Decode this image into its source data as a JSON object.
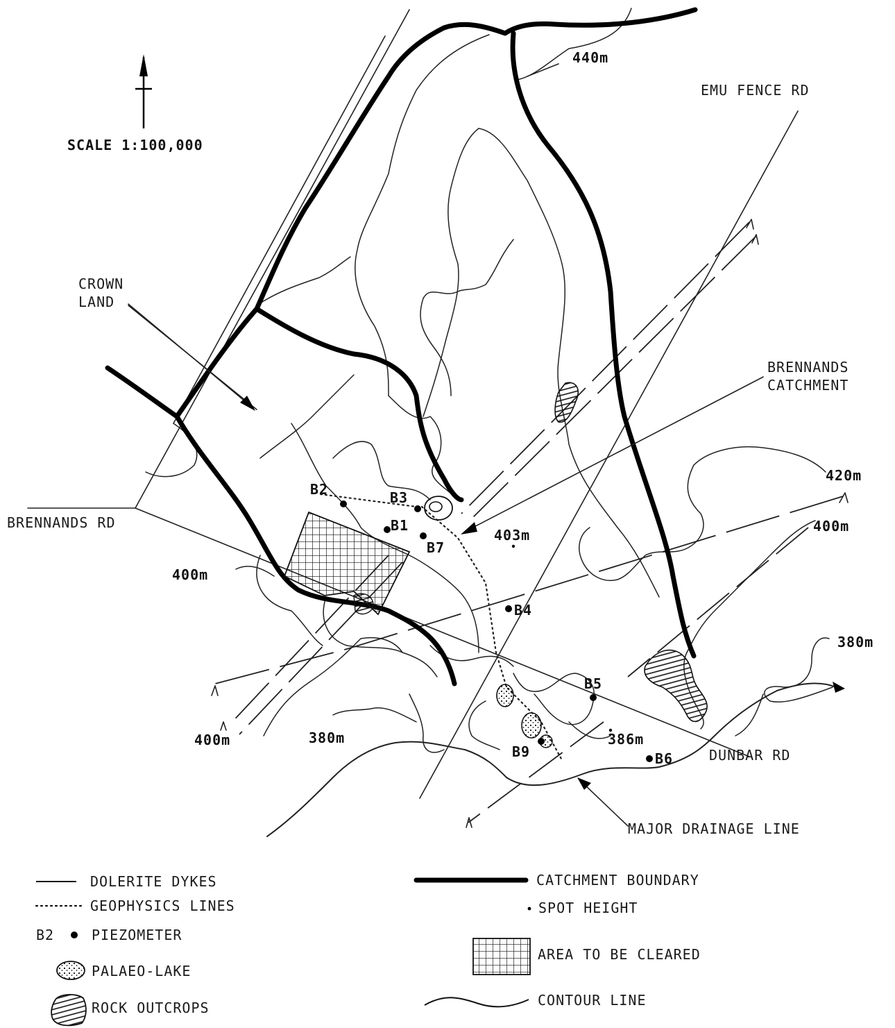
{
  "scale": "SCALE 1:100,000",
  "north_arrow": "north-arrow-icon",
  "roads": {
    "emu_fence": "EMU FENCE RD",
    "brennands": "BRENNANDS RD",
    "dunbar": "DUNBAR RD"
  },
  "labels": {
    "crown_land_1": "CROWN",
    "crown_land_2": "LAND",
    "catchment_1": "BRENNANDS",
    "catchment_2": "CATCHMENT",
    "drainage": "MAJOR DRAINAGE LINE"
  },
  "contours": {
    "c440": "440m",
    "c420": "420m",
    "c400_east": "400m",
    "c400_west": "400m",
    "c400_sw": "400m",
    "c380_east": "380m",
    "c380_south": "380m"
  },
  "spot_heights": {
    "s403": "403m",
    "s386": "386m"
  },
  "piezometers": [
    "B1",
    "B2",
    "B3",
    "B4",
    "B5",
    "B6",
    "B7",
    "B9"
  ],
  "legend": {
    "dolerite": "DOLERITE DYKES",
    "geophysics": "GEOPHYSICS LINES",
    "piezometer_code": "B2",
    "piezometer": "PIEZOMETER",
    "palaeo_lake": "PALAEO-LAKE",
    "rock_outcrops": "ROCK OUTCROPS",
    "catchment_boundary": "CATCHMENT BOUNDARY",
    "spot_height": "SPOT HEIGHT",
    "area_cleared": "AREA TO BE CLEARED",
    "contour_line": "CONTOUR LINE"
  },
  "colors": {
    "ink": "#111111",
    "paper": "#ffffff"
  }
}
